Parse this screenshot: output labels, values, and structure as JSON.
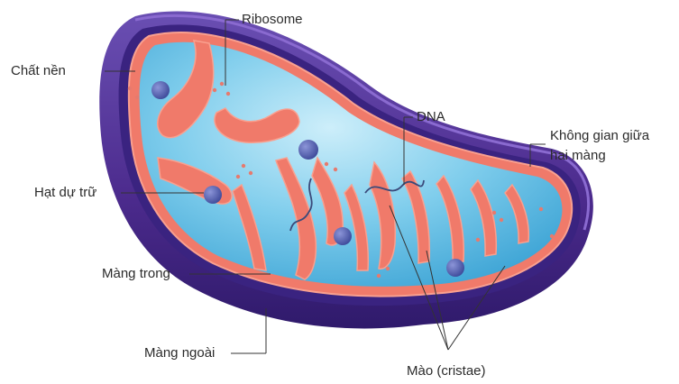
{
  "labels": {
    "ribosome": "Ribosome",
    "matrix": "Chất nền",
    "dna": "DNA",
    "intermembrane_line1": "Không gian giữa",
    "intermembrane_line2": "hai màng",
    "granule": "Hạt dự trữ",
    "inner_membrane": "Màng trong",
    "outer_membrane": "Màng ngoài",
    "cristae": "Mào (cristae)"
  },
  "colors": {
    "outer_membrane": "#4b2a8c",
    "outer_membrane_dark": "#2f1a6b",
    "intermembrane_space": "#6a4fb3",
    "inner_membrane": "#f07a6a",
    "inner_membrane_edge": "#f9a08f",
    "matrix_light": "#a9dff2",
    "matrix_mid": "#6cc3e6",
    "matrix_dark": "#38a3d6",
    "granule": "#4a56a8",
    "ribosome": "#e67a6e",
    "dna": "#3b4a7a",
    "leader_line": "#333333"
  }
}
